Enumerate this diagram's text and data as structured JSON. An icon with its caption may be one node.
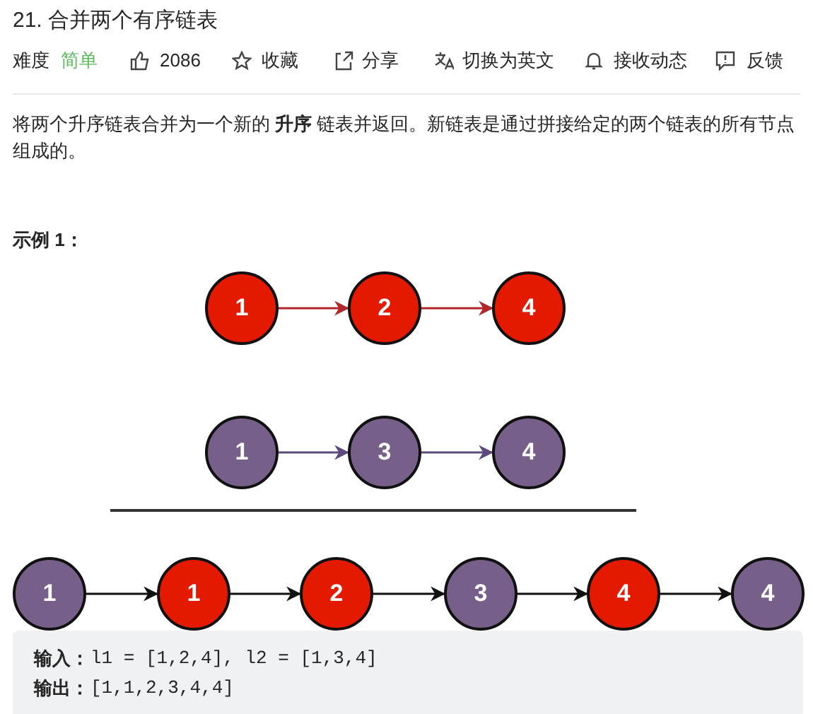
{
  "diagram": {
    "title": "21. 合并两个有序链表",
    "nodes": [
      {
        "text": [
          "1"
        ]
      },
      {
        "text": [
          "2"
        ]
      },
      {
        "text": [
          "4"
        ]
      },
      {
        "text": [
          "1"
        ]
      },
      {
        "text": [
          "3"
        ]
      },
      {
        "text": [
          "4"
        ]
      },
      {
        "text": [
          "1"
        ]
      },
      {
        "text": [
          "1"
        ]
      },
      {
        "text": [
          "2"
        ]
      },
      {
        "text": [
          "3"
        ]
      },
      {
        "text": [
          "4"
        ]
      },
      {
        "text": [
          "4"
        ]
      }
    ],
    "edges": [
      {
        "from": 0,
        "to": 1,
        "arrow": "to",
        "color": "#b0262a"
      },
      {
        "from": 1,
        "to": 2,
        "arrow": "to",
        "color": "#b0262a"
      },
      {
        "from": 3,
        "to": 4,
        "arrow": "to",
        "color": "#5c4a7d"
      },
      {
        "from": 4,
        "to": 5,
        "arrow": "to",
        "color": "#5c4a7d"
      },
      {
        "from": 6,
        "to": 7,
        "arrow": "to"
      },
      {
        "from": 7,
        "to": 8,
        "arrow": "to"
      },
      {
        "from": 8,
        "to": 9,
        "arrow": "to"
      },
      {
        "from": 9,
        "to": 10,
        "arrow": "to"
      },
      {
        "from": 10,
        "to": 11,
        "arrow": "to"
      }
    ],
    "labels": [
      "难度",
      "简单",
      "2086",
      "收藏",
      "分享",
      "切换为英文",
      "接收动态",
      "反馈",
      "将两个升序链表合并为一个新的 **升序** 链表并返回。新链表是通过拼接给定的两个链表的所有节点组成的。",
      "示例 1：",
      "输入：",
      "l1 = [1,2,4], l2 = [1,3,4]",
      "输出：",
      "[1,1,2,3,4,4]"
    ]
  }
}
